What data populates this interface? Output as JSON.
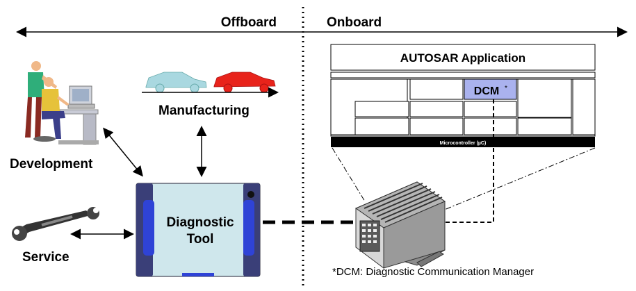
{
  "sides": {
    "offboard": "Offboard",
    "onboard": "Onboard"
  },
  "labels": {
    "development": "Development",
    "manufacturing": "Manufacturing",
    "service": "Service",
    "tool_line1": "Diagnostic",
    "tool_line2": "Tool"
  },
  "autosar": {
    "application": "AUTOSAR Application",
    "dcm": "DCM",
    "dcm_mark": "*",
    "microcontroller": "Microcontroller (µC)"
  },
  "footnote": "*DCM: Diagnostic Communication Manager",
  "colors": {
    "dcm_fill": "#aab2ee",
    "tool_body": "#cfe7ec",
    "tool_side": "#3a3f78",
    "tool_pad": "#2f43d6",
    "car_left": "#a9d8e0",
    "car_right": "#e8231b",
    "person_shirt": "#2fae7a",
    "person_skin": "#f0b888",
    "person_pants": "#3b3f8a",
    "microcontroller_bar": "#000000"
  },
  "icons": [
    "people-at-computer-icon",
    "car-icon",
    "wrench-icon",
    "ecu-box-icon"
  ]
}
